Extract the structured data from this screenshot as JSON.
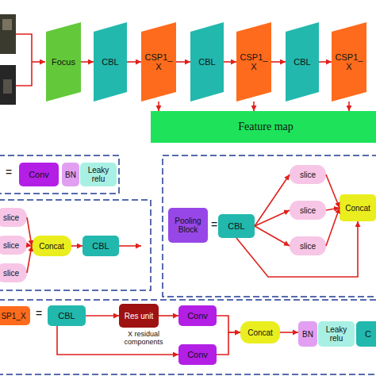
{
  "diagram": {
    "nodes": [
      {
        "text": [
          "Focus"
        ]
      },
      {
        "text": [
          "CBL"
        ]
      },
      {
        "text": [
          "CSP1_ X"
        ]
      },
      {
        "text": [
          "CBL"
        ]
      },
      {
        "text": [
          "CSP1_ X"
        ]
      },
      {
        "text": [
          "CBL"
        ]
      },
      {
        "text": [
          "CSP1_ X"
        ]
      },
      {
        "text": [
          "Feature map"
        ]
      },
      {
        "text": [
          "Conv"
        ]
      },
      {
        "text": [
          "BN"
        ]
      },
      {
        "text": [
          "Leaky relu"
        ]
      },
      {
        "text": [
          "slice"
        ]
      },
      {
        "text": [
          "slice"
        ]
      },
      {
        "text": [
          "slice"
        ]
      },
      {
        "text": [
          "Concat"
        ]
      },
      {
        "text": [
          "CBL"
        ]
      },
      {
        "text": [
          "Pooling Block"
        ]
      },
      {
        "text": [
          "CBL"
        ]
      },
      {
        "text": [
          "slice"
        ]
      },
      {
        "text": [
          "slice"
        ]
      },
      {
        "text": [
          "slice"
        ]
      },
      {
        "text": [
          "Concat"
        ]
      },
      {
        "text": [
          "SP1_X"
        ]
      },
      {
        "text": [
          "CBL"
        ]
      },
      {
        "text": [
          "Res unit"
        ]
      },
      {
        "text": [
          "Conv"
        ]
      },
      {
        "text": [
          "Conv"
        ]
      },
      {
        "text": [
          "Concat"
        ]
      },
      {
        "text": [
          "BN"
        ]
      },
      {
        "text": [
          "Leaky relu"
        ]
      },
      {
        "text": [
          "C"
        ]
      }
    ],
    "edges": [
      {
        "from": 0,
        "to": 1,
        "arrow": "to"
      },
      {
        "from": 1,
        "to": 2,
        "arrow": "to"
      },
      {
        "from": 2,
        "to": 3,
        "arrow": "to"
      },
      {
        "from": 3,
        "to": 4,
        "arrow": "to"
      },
      {
        "from": 4,
        "to": 5,
        "arrow": "to"
      },
      {
        "from": 5,
        "to": 6,
        "arrow": "to"
      },
      {
        "from": 2,
        "to": 7,
        "arrow": "to"
      },
      {
        "from": 4,
        "to": 7,
        "arrow": "to"
      },
      {
        "from": 6,
        "to": 7,
        "arrow": "to"
      },
      {
        "from": 11,
        "to": 14,
        "arrow": "to"
      },
      {
        "from": 12,
        "to": 14,
        "arrow": "to"
      },
      {
        "from": 13,
        "to": 14,
        "arrow": "to"
      },
      {
        "from": 14,
        "to": 15,
        "arrow": "to"
      },
      {
        "from": 17,
        "to": 18,
        "arrow": "to"
      },
      {
        "from": 17,
        "to": 19,
        "arrow": "to"
      },
      {
        "from": 17,
        "to": 20,
        "arrow": "to"
      },
      {
        "from": 18,
        "to": 21,
        "arrow": "to"
      },
      {
        "from": 19,
        "to": 21,
        "arrow": "to"
      },
      {
        "from": 20,
        "to": 21,
        "arrow": "to"
      },
      {
        "from": 17,
        "to": 21,
        "arrow": "to"
      },
      {
        "from": 23,
        "to": 24,
        "arrow": "to"
      },
      {
        "from": 24,
        "to": 25,
        "arrow": "to"
      },
      {
        "from": 25,
        "to": 27,
        "arrow": "to"
      },
      {
        "from": 23,
        "to": 26,
        "arrow": "to"
      },
      {
        "from": 26,
        "to": 27,
        "arrow": "to"
      },
      {
        "from": 27,
        "to": 28,
        "arrow": "to"
      }
    ],
    "labels": [
      "=",
      "=",
      "=",
      "X residual components"
    ]
  }
}
